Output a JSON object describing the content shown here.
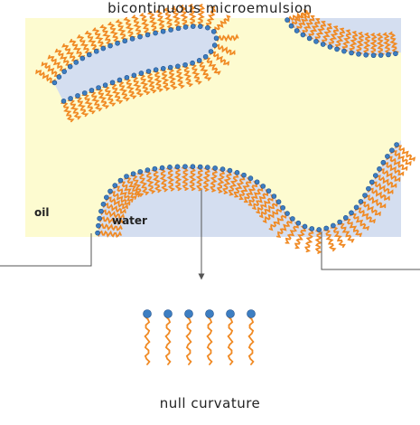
{
  "diagram": {
    "title": "bicontinuous microemulsion",
    "oil_label": "oil",
    "water_label": "water",
    "caption": "null curvature",
    "colors": {
      "oil_phase": "#fdfbd0",
      "water_phase": "#d4def0",
      "surfactant_head": "#3d7ec2",
      "surfactant_head_outline": "#1f4f8a",
      "surfactant_tail": "#f08a24",
      "pointer_line": "#555555"
    },
    "icons": [
      "surfactant-molecule-icon",
      "down-arrow-icon"
    ]
  }
}
